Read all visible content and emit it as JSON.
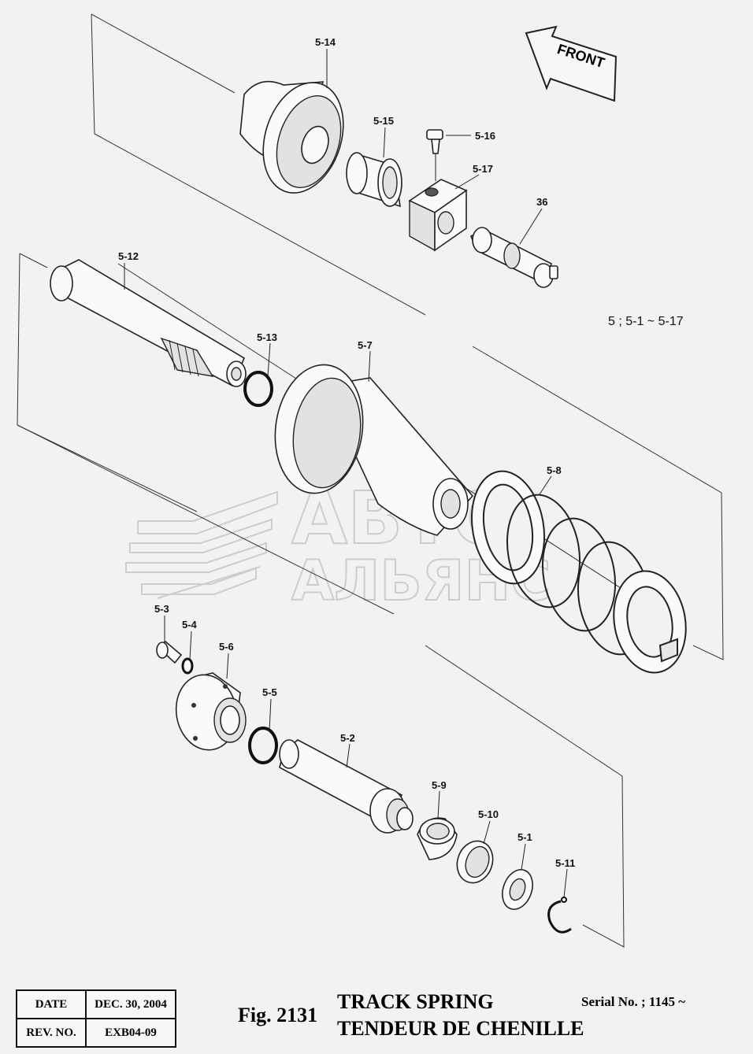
{
  "labels": {
    "p514": "5-14",
    "p515": "5-15",
    "p516": "5-16",
    "p517": "5-17",
    "p36": "36",
    "p512": "5-12",
    "p513": "5-13",
    "p57": "5-7",
    "p58": "5-8",
    "p53": "5-3",
    "p54": "5-4",
    "p56": "5-6",
    "p55": "5-5",
    "p52": "5-2",
    "p59": "5-9",
    "p510": "5-10",
    "p51": "5-1",
    "p511": "5-11"
  },
  "assembly_note": "5 ; 5-1 ~ 5-17",
  "direction_tag": "FRONT",
  "watermark": {
    "line1": "АВТО",
    "line2": "АЛЬЯНС"
  },
  "title_block": {
    "date_label": "DATE",
    "date_value": "DEC. 30, 2004",
    "rev_label": "REV. NO.",
    "rev_value": "EXB04-09"
  },
  "figure_number": "Fig. 2131",
  "title_en": "TRACK SPRING",
  "title_fr": "TENDEUR DE CHENILLE",
  "serial": "Serial No. ; 1145 ~"
}
